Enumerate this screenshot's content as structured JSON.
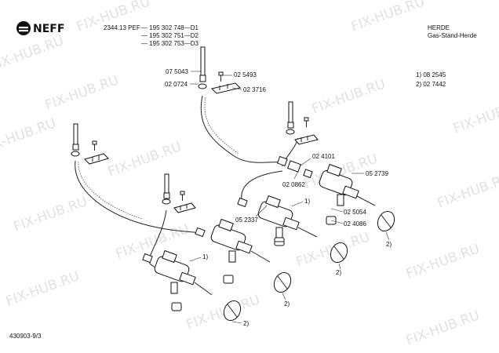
{
  "brand": {
    "name": "NEFF"
  },
  "header": {
    "model": "2344.13 PEF",
    "part_numbers": [
      "— 195 302 748—D1",
      "— 195 302 751—D2",
      "— 195 302 753—D3"
    ],
    "category": "HERDE",
    "subcategory": "Gas-Stand-Herde"
  },
  "legend": [
    "1)  08 2545",
    "2)  02 7442"
  ],
  "footer": {
    "doc_id": "430903-9/3"
  },
  "watermark": {
    "text": "FIX-HUB.RU"
  },
  "callouts": [
    {
      "id": "c075043",
      "text": "07 5043"
    },
    {
      "id": "c025493",
      "text": "02 5493"
    },
    {
      "id": "c020724",
      "text": "02 0724"
    },
    {
      "id": "c023716",
      "text": "02 3716"
    },
    {
      "id": "c024101",
      "text": "02 4101"
    },
    {
      "id": "c020862",
      "text": "02 0862"
    },
    {
      "id": "c052739",
      "text": "05 2739"
    },
    {
      "id": "c052337",
      "text": "05 2337"
    },
    {
      "id": "c025054",
      "text": "02 5054"
    },
    {
      "id": "c024086",
      "text": "02 4086"
    },
    {
      "id": "r1a",
      "text": "1)"
    },
    {
      "id": "r1b",
      "text": "1)"
    },
    {
      "id": "r2a",
      "text": "2)"
    },
    {
      "id": "r2b",
      "text": "2)"
    },
    {
      "id": "r2c",
      "text": "2)"
    },
    {
      "id": "r2d",
      "text": "2)"
    }
  ]
}
